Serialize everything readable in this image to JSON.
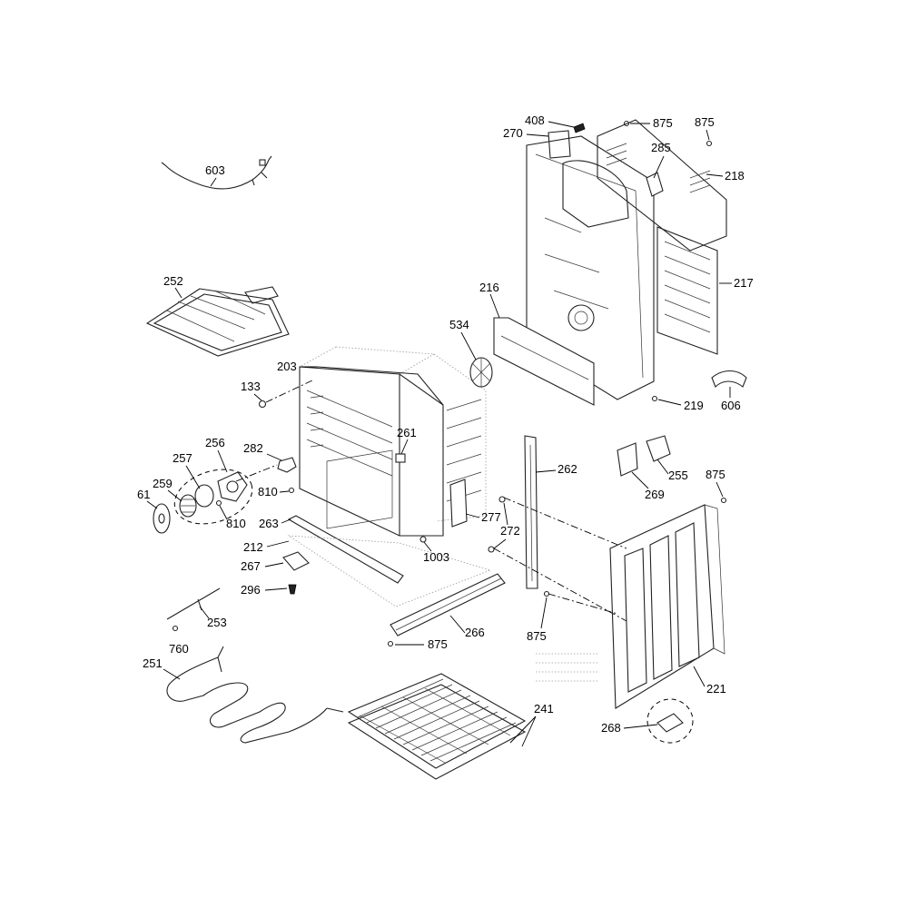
{
  "colors": {
    "line": "#222222",
    "text": "#000000",
    "background": "#ffffff"
  },
  "callouts": {
    "c603": "603",
    "c252": "252",
    "c203": "203",
    "c133": "133",
    "c256": "256",
    "c257": "257",
    "c282": "282",
    "c259": "259",
    "c61": "61",
    "c810a": "810",
    "c810b": "810",
    "c261": "261",
    "c263": "263",
    "c212": "212",
    "c267": "267",
    "c296": "296",
    "c253": "253",
    "c760": "760",
    "c251": "251",
    "c1003": "1003",
    "c277": "277",
    "c272": "272",
    "c266": "266",
    "c875a": "875",
    "c875b": "875",
    "c262": "262",
    "c241": "241",
    "c408": "408",
    "c270": "270",
    "c875c": "875",
    "c875d": "875",
    "c285": "285",
    "c218": "218",
    "c217": "217",
    "c216": "216",
    "c534": "534",
    "c219": "219",
    "c606": "606",
    "c255": "255",
    "c269": "269",
    "c875e": "875",
    "c221": "221",
    "c268": "268"
  }
}
